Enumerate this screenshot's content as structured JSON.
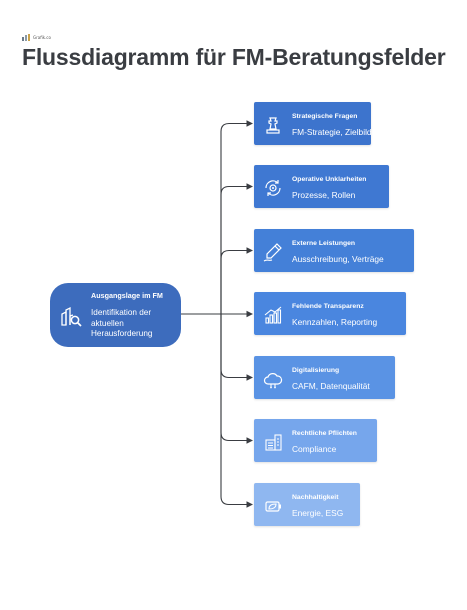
{
  "brand": {
    "logo_text": "Grafik.co"
  },
  "title": "Flussdiagramm für FM-Beratungsfelder",
  "source": {
    "heading": "Ausgangslage im FM",
    "text": "Identifikation der aktuellen Herausforderung",
    "icon": "analysis-icon",
    "color": "#3d6cbd"
  },
  "branches": [
    {
      "heading": "Strategische Fragen",
      "text": "FM-Strategie, Zielbild",
      "icon": "chess-icon",
      "color": "#3d74cd"
    },
    {
      "heading": "Operative Unklarheiten",
      "text": "Prozesse, Rollen",
      "icon": "gear-cycle-icon",
      "color": "#3f78d2"
    },
    {
      "heading": "Externe Leistungen",
      "text": "Ausschreibung, Verträge",
      "icon": "pen-icon",
      "color": "#4480d8"
    },
    {
      "heading": "Fehlende Transparenz",
      "text": "Kennzahlen, Reporting",
      "icon": "bar-chart-icon",
      "color": "#4a86df"
    },
    {
      "heading": "Digitalisierung",
      "text": "CAFM, Datenqualität",
      "icon": "cloud-icon",
      "color": "#5a93e4"
    },
    {
      "heading": "Rechtliche Pflichten",
      "text": "Compliance",
      "icon": "documents-icon",
      "color": "#76a6ec"
    },
    {
      "heading": "Nachhaltigkeit",
      "text": "Energie, ESG",
      "icon": "battery-leaf-icon",
      "color": "#8fb7f0"
    }
  ]
}
